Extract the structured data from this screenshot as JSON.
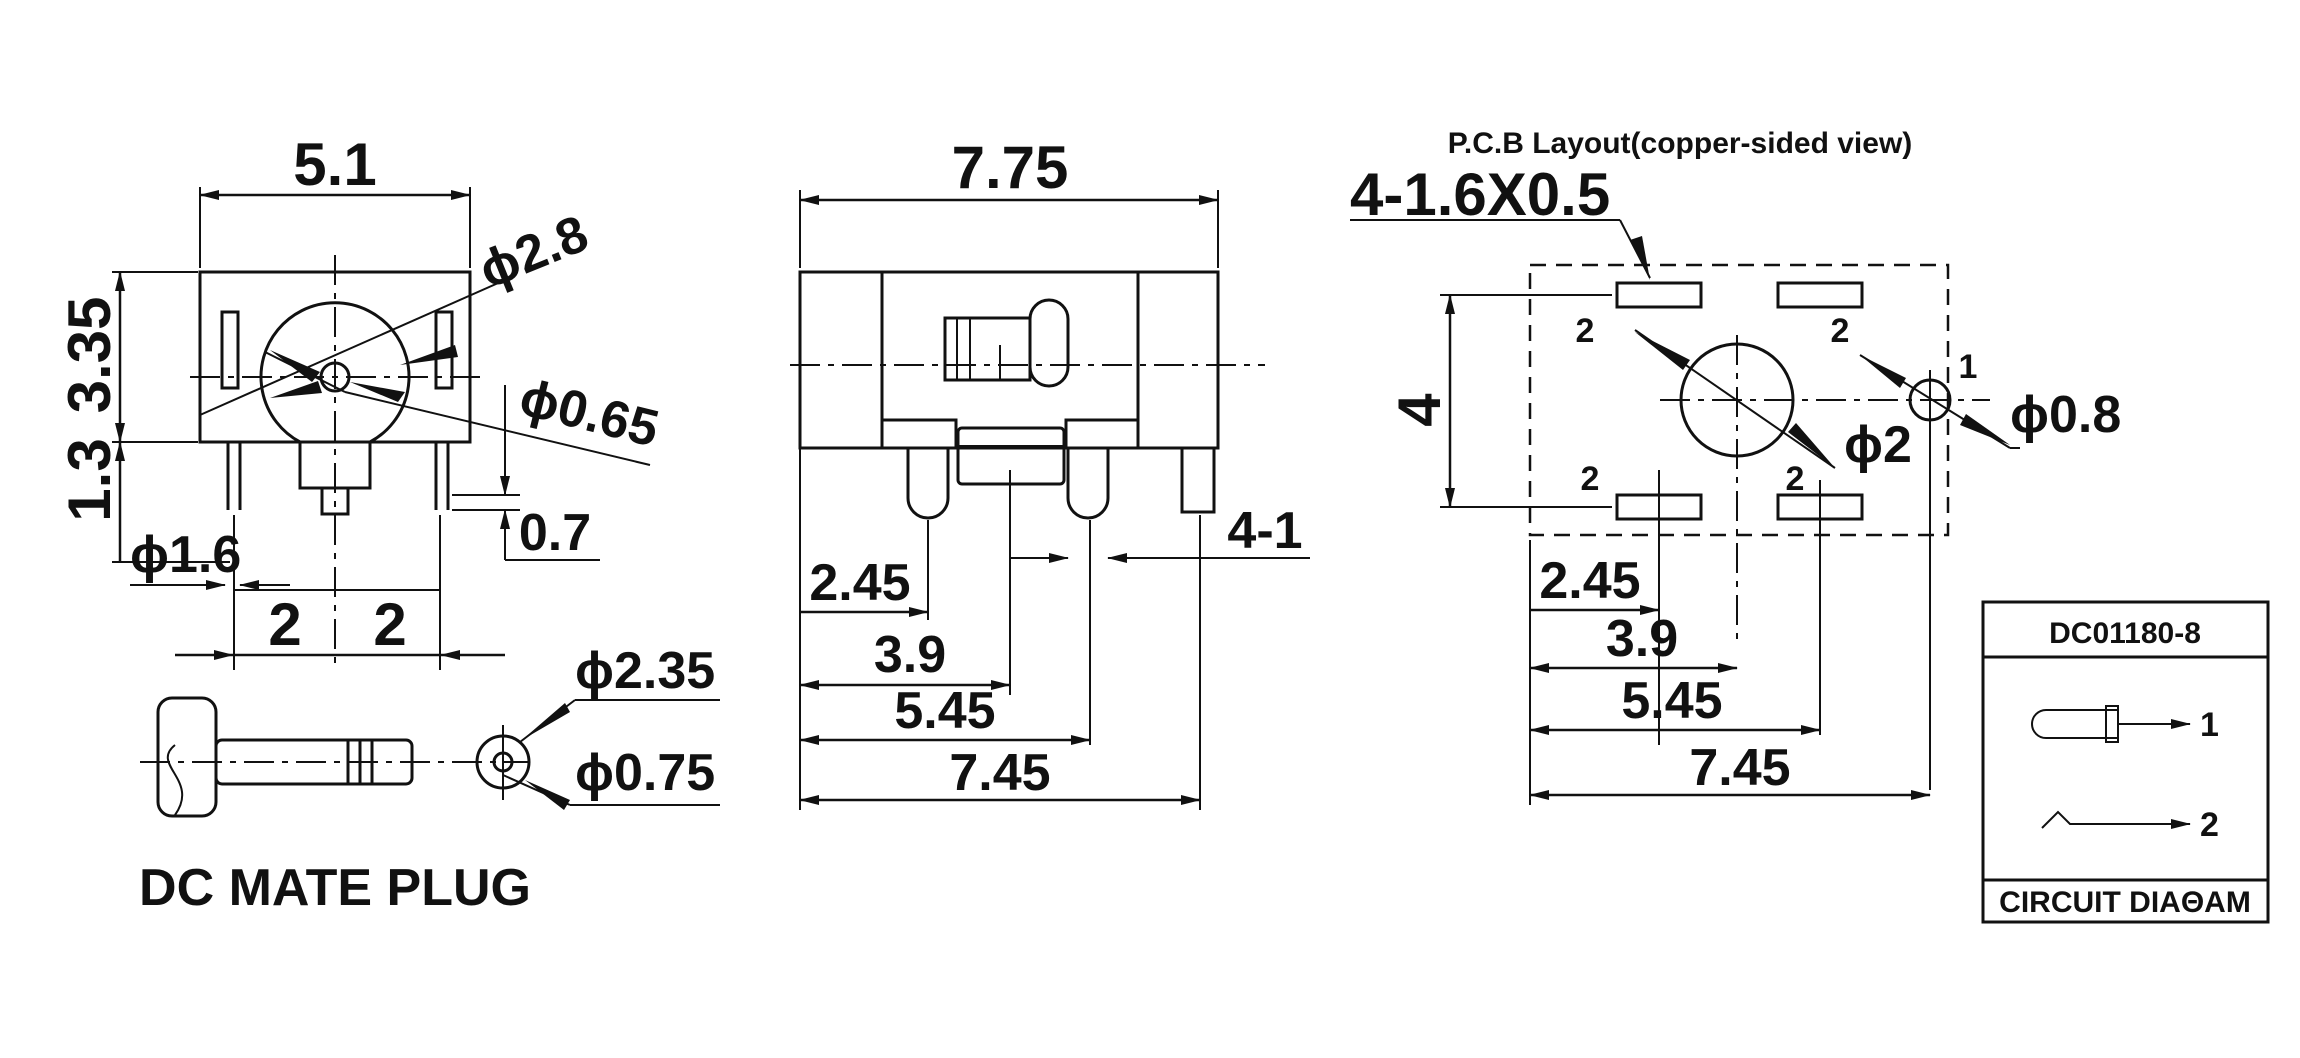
{
  "dims": {
    "front_width": "5.1",
    "front_height_upper": "3.35",
    "front_height_lower": "1.3",
    "dia_2_8": "ϕ2.8",
    "dia_0_65": "ϕ0.65",
    "pin_0_7": "0.7",
    "dia_1_6": "ϕ1.6",
    "pitch_a": "2",
    "pitch_b": "2",
    "plug_dia_2_35": "ϕ2.35",
    "plug_dia_0_75": "ϕ0.75",
    "side_width": "7.75",
    "side_2_45": "2.45",
    "side_3_9": "3.9",
    "side_5_45": "5.45",
    "side_7_45": "7.45",
    "side_4_1": "4-1",
    "pcb_slot": "4-1.6X0.5",
    "pcb_height": "4",
    "pcb_dia_2": "ϕ2",
    "pcb_dia_0_8": "ϕ0.8",
    "pcb_pin_tl": "2",
    "pcb_pin_tr": "2",
    "pcb_pin_bl": "2",
    "pcb_pin_br": "2",
    "pcb_pin_1": "1",
    "pcb_2_45": "2.45",
    "pcb_3_9": "3.9",
    "pcb_5_45": "5.45",
    "pcb_7_45": "7.45"
  },
  "labels": {
    "mate_plug": "DC MATE PLUG",
    "pcb_title": "P.C.B Layout(copper-sided view)"
  },
  "circuit": {
    "part_number": "DC01180-8",
    "pin_1": "1",
    "pin_2": "2",
    "caption": "CIRCUIT DIAΘAM"
  }
}
